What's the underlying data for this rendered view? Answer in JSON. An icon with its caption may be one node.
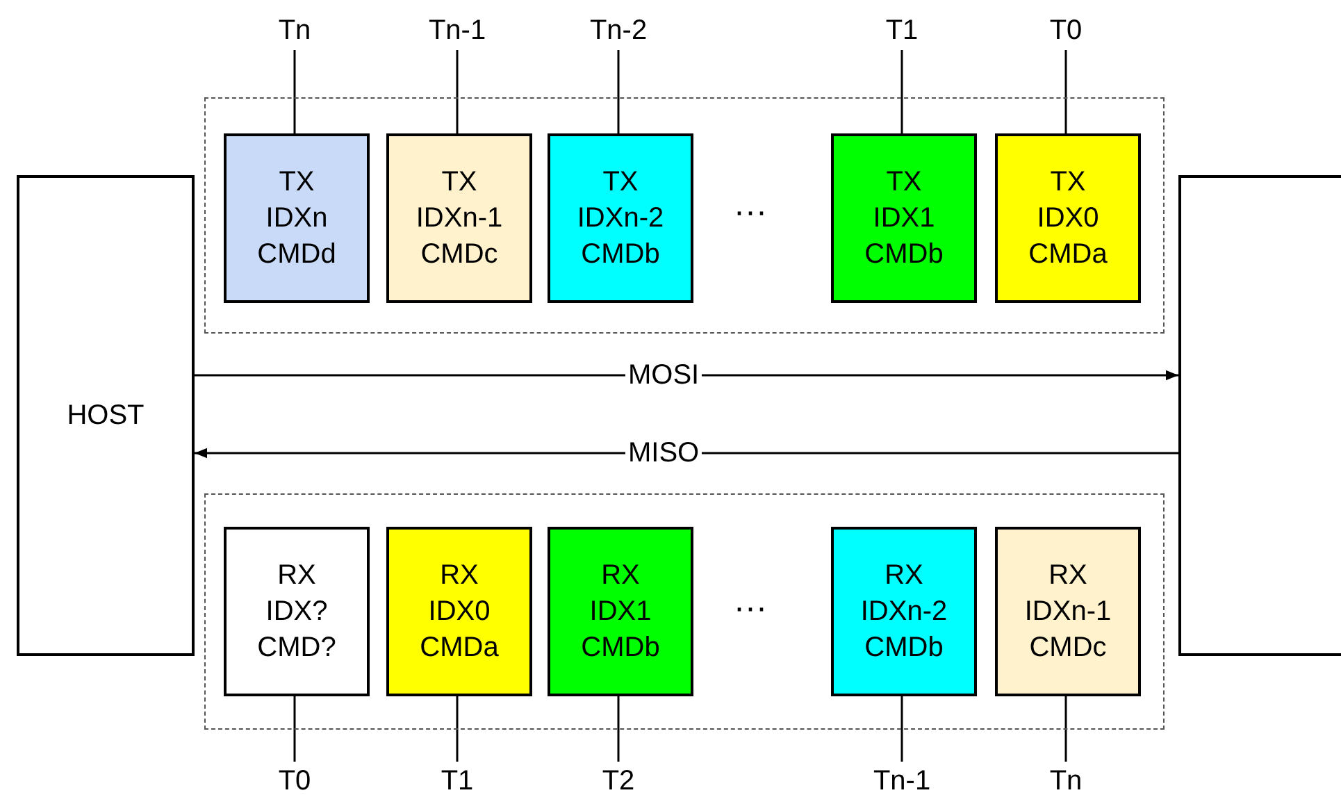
{
  "diagram": {
    "nodes": [
      {
        "text": [
          "HOST"
        ]
      },
      {
        "text": [],
        "shape": "box"
      },
      {
        "text": [],
        "shape": "box"
      },
      {
        "text": [
          "TX",
          "IDXn",
          "CMDd"
        ],
        "in": 2
      },
      {
        "text": [
          "TX",
          "IDXn-1",
          "CMDc"
        ],
        "in": 2
      },
      {
        "text": [
          "TX",
          "IDXn-2",
          "CMDb"
        ],
        "in": 2
      },
      {
        "text": [
          "TX",
          "IDX1",
          "CMDb"
        ],
        "in": 2
      },
      {
        "text": [
          "TX",
          "IDX0",
          "CMDa"
        ],
        "in": 2
      },
      {
        "text": [],
        "shape": "box"
      },
      {
        "text": [
          "RX",
          "IDX?",
          "CMD?"
        ],
        "in": 8
      },
      {
        "text": [
          "RX",
          "IDX0",
          "CMDa"
        ],
        "in": 8
      },
      {
        "text": [
          "RX",
          "IDX1",
          "CMDb"
        ],
        "in": 8
      },
      {
        "text": [
          "RX",
          "IDXn-2",
          "CMDb"
        ],
        "in": 8
      },
      {
        "text": [
          "RX",
          "IDXn-1",
          "CMDc"
        ],
        "in": 8
      },
      {
        "text": [
          "Tn"
        ]
      },
      {
        "text": [
          "Tn-1"
        ]
      },
      {
        "text": [
          "Tn-2"
        ]
      },
      {
        "text": [
          "T1"
        ]
      },
      {
        "text": [
          "T0"
        ]
      },
      {
        "text": [
          "T0"
        ]
      },
      {
        "text": [
          "T1"
        ]
      },
      {
        "text": [
          "T2"
        ]
      },
      {
        "text": [
          "Tn-1"
        ]
      },
      {
        "text": [
          "Tn"
        ]
      }
    ],
    "edges": [
      {
        "from": 0,
        "to": 1,
        "arrow": "to",
        "label": "MOSI"
      },
      {
        "from": 1,
        "to": 0,
        "arrow": "to",
        "label": "MISO"
      },
      {
        "from": 14,
        "to": 3,
        "arrow": "none"
      },
      {
        "from": 15,
        "to": 4,
        "arrow": "none"
      },
      {
        "from": 16,
        "to": 5,
        "arrow": "none"
      },
      {
        "from": 17,
        "to": 6,
        "arrow": "none"
      },
      {
        "from": 18,
        "to": 7,
        "arrow": "none"
      },
      {
        "from": 19,
        "to": 9,
        "arrow": "none"
      },
      {
        "from": 20,
        "to": 10,
        "arrow": "none"
      },
      {
        "from": 21,
        "to": 11,
        "arrow": "none"
      },
      {
        "from": 22,
        "to": 12,
        "arrow": "none"
      },
      {
        "from": 23,
        "to": 13,
        "arrow": "none"
      }
    ],
    "labels": [
      "···",
      "···"
    ]
  }
}
